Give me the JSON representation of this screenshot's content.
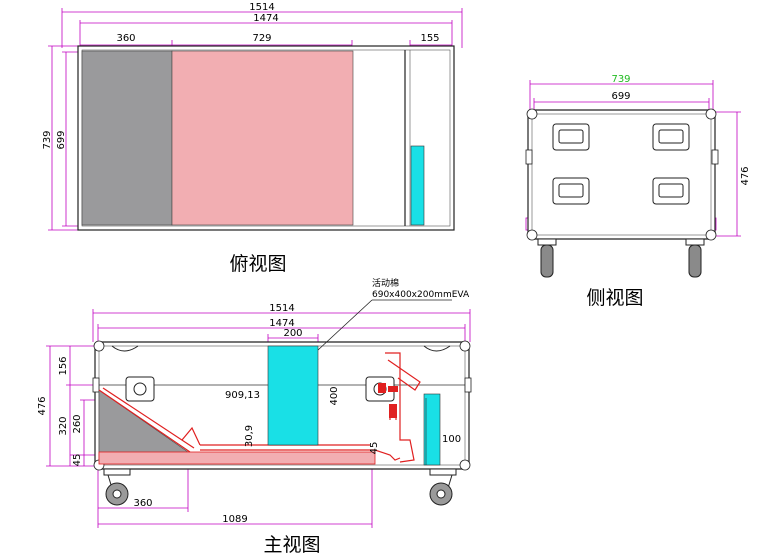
{
  "colors": {
    "dimension_line": "#c000c0",
    "outline": "#222222",
    "gray_zone": "#9a9a9c",
    "pink_zone": "#f2aeb2",
    "cyan_block": "#19e0e6",
    "red_part": "#e02020",
    "side_width_highlight": "#22bb22"
  },
  "top_view": {
    "title": "俯视图",
    "dims": {
      "overall": "1514",
      "inner": "1474",
      "gray_width": "360",
      "pink_width": "729",
      "right_width": "155",
      "outer_depth": "739",
      "inner_depth": "699"
    }
  },
  "side_view": {
    "title": "侧视图",
    "dims": {
      "outer_width": "739",
      "inner_width": "699",
      "height": "476"
    }
  },
  "front_view": {
    "title": "主视图",
    "note_line1": "活动棉",
    "note_line2": "690x400x200mmEVA",
    "dims": {
      "overall": "1514",
      "inner": "1474",
      "foam_width": "200",
      "foam_height": "400",
      "length_a": "909,13",
      "small_a": "30,9",
      "small_b": "45",
      "right_block": "100",
      "h_total": "476",
      "h_lid": "156",
      "h_320": "320",
      "h_260": "260",
      "h_45": "45",
      "bottom_360": "360",
      "bottom_1089": "1089"
    }
  }
}
